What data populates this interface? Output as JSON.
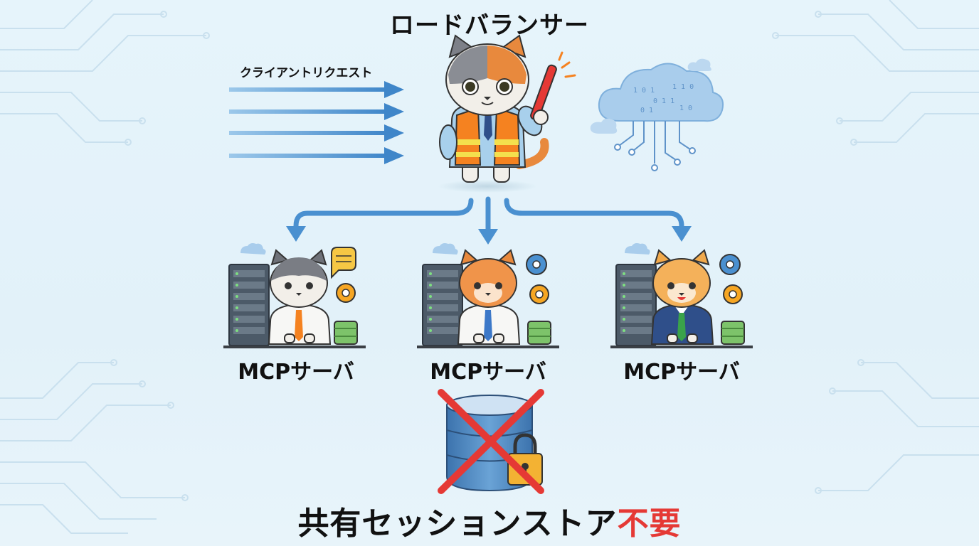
{
  "title": "ロードバランサー",
  "client_label": "クライアントリクエスト",
  "servers": [
    {
      "label": "MCPサーバ"
    },
    {
      "label": "MCPサーバ"
    },
    {
      "label": "MCPサーバ"
    }
  ],
  "bottom_text": {
    "main": "共有セッションストア",
    "negation": "不要"
  },
  "colors": {
    "arrow": "#4a90d0",
    "negation": "#e53935",
    "vest": "#f58220",
    "background": "#e4f2fa"
  }
}
